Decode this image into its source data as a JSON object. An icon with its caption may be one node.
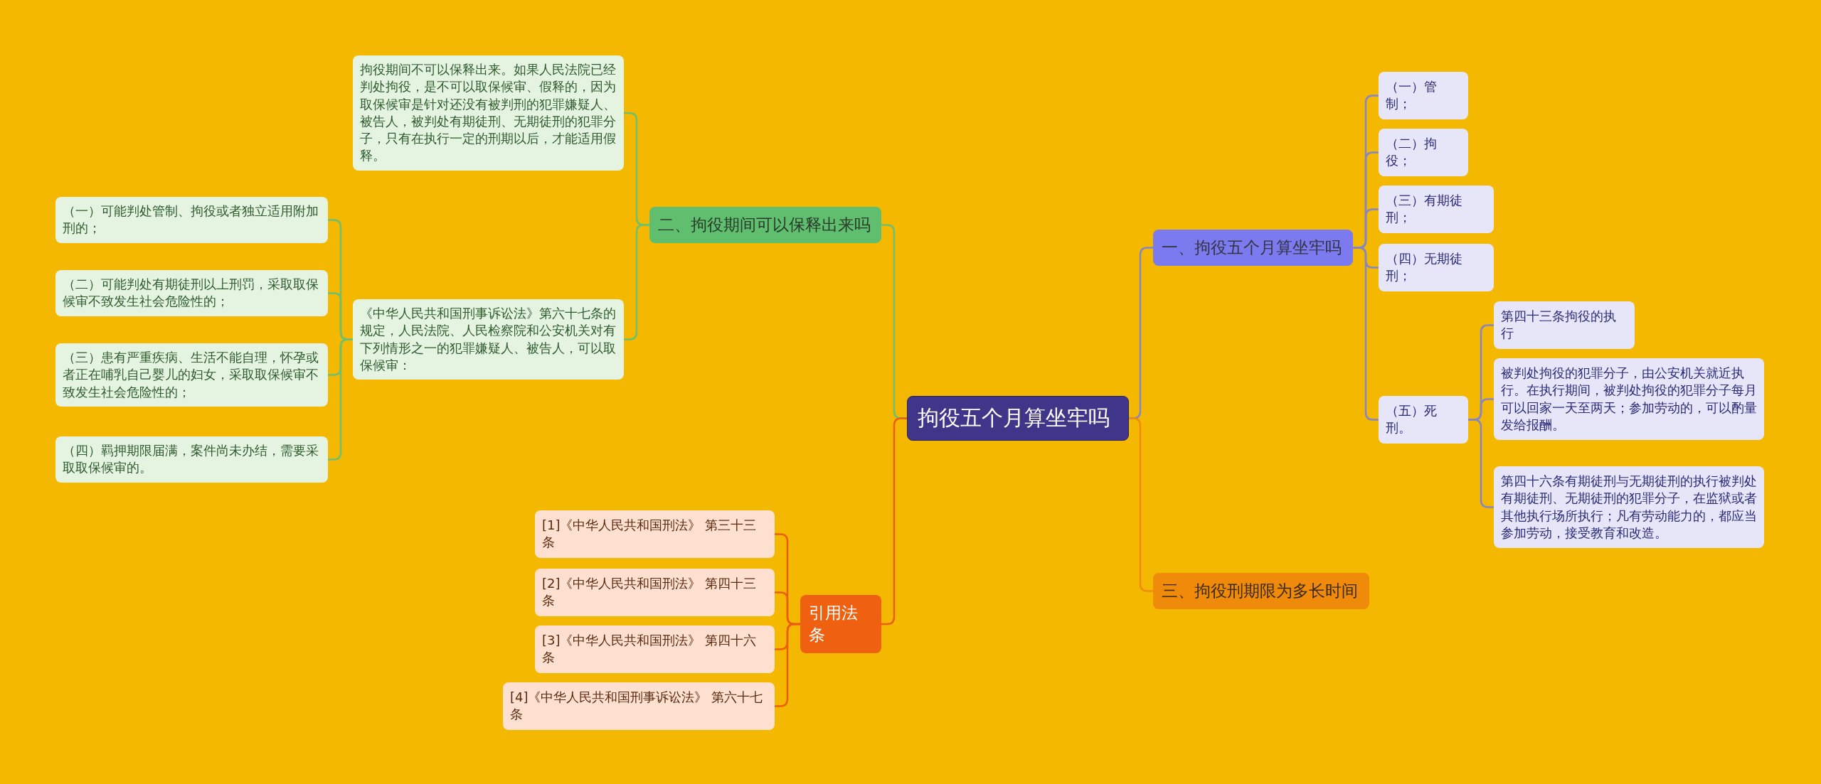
{
  "diagram": {
    "nodes": [
      {
        "text": [
          "拘役五个月算坐牢吗"
        ]
      },
      {
        "text": [
          "一、拘役五个月算坐牢吗"
        ]
      },
      {
        "text": [
          "（一）管制；"
        ]
      },
      {
        "text": [
          "（二）拘役；"
        ]
      },
      {
        "text": [
          "（三）有期徒刑；"
        ]
      },
      {
        "text": [
          "（四）无期徒刑；"
        ]
      },
      {
        "text": [
          "（五）死刑。"
        ]
      },
      {
        "text": [
          "第四十三条拘役的执行"
        ]
      },
      {
        "text": [
          "被判处拘役的犯罪分子，由公安机关就近执行。在执行期间，被判处拘役的犯罪分子每月可以回家一天至两天；参加劳动的，可以酌量发给报酬。"
        ]
      },
      {
        "text": [
          "第四十六条有期徒刑与无期徒刑的执行被判处有期徒刑、无期徒刑的犯罪分子，在监狱或者其他执行场所执行；凡有劳动能力的，都应当参加劳动，接受教育和改造。"
        ]
      },
      {
        "text": [
          "三、拘役刑期限为多长时间"
        ]
      },
      {
        "text": [
          "二、拘役期间可以保释出来吗"
        ]
      },
      {
        "text": [
          "拘役期间不可以保释出来。如果人民法院已经判处拘役，是不可以取保候审、假释的，因为取保候审是针对还没有被判刑的犯罪嫌疑人、被告人，被判处有期徒刑、无期徒刑的犯罪分子，只有在执行一定的刑期以后，才能适用假释。"
        ]
      },
      {
        "text": [
          "《中华人民共和国刑事诉讼法》第六十七条的规定，人民法院、人民检察院和公安机关对有下列情形之一的犯罪嫌疑人、被告人，可以取保候审："
        ]
      },
      {
        "text": [
          "（一）可能判处管制、拘役或者独立适用附加刑的；"
        ]
      },
      {
        "text": [
          "（二）可能判处有期徒刑以上刑罚，采取取保候审不致发生社会危险性的；"
        ]
      },
      {
        "text": [
          "（三）患有严重疾病、生活不能自理，怀孕或者正在哺乳自己婴儿的妇女，采取取保候审不致发生社会危险性的；"
        ]
      },
      {
        "text": [
          "（四）羁押期限届满，案件尚未办结，需要采取取保候审的。"
        ]
      },
      {
        "text": [
          "引用法条"
        ]
      },
      {
        "text": [
          "[1]《中华人民共和国刑法》 第三十三条"
        ]
      },
      {
        "text": [
          "[2]《中华人民共和国刑法》 第四十三条"
        ]
      },
      {
        "text": [
          "[3]《中华人民共和国刑法》 第四十六条"
        ]
      },
      {
        "text": [
          "[4]《中华人民共和国刑事诉讼法》 第六十七条"
        ]
      }
    ],
    "edges": [
      {
        "from": 0,
        "to": 1,
        "arrow": "none"
      },
      {
        "from": 1,
        "to": 2,
        "arrow": "none"
      },
      {
        "from": 1,
        "to": 3,
        "arrow": "none"
      },
      {
        "from": 1,
        "to": 4,
        "arrow": "none"
      },
      {
        "from": 1,
        "to": 5,
        "arrow": "none"
      },
      {
        "from": 1,
        "to": 6,
        "arrow": "none"
      },
      {
        "from": 6,
        "to": 7,
        "arrow": "none"
      },
      {
        "from": 6,
        "to": 8,
        "arrow": "none"
      },
      {
        "from": 6,
        "to": 9,
        "arrow": "none"
      },
      {
        "from": 0,
        "to": 10,
        "arrow": "none",
        "color": "#f08a10"
      },
      {
        "from": 0,
        "to": 11,
        "arrow": "none",
        "color": "#6cc070"
      },
      {
        "from": 11,
        "to": 12,
        "arrow": "none",
        "color": "#6cc070"
      },
      {
        "from": 11,
        "to": 13,
        "arrow": "none",
        "color": "#6cc070"
      },
      {
        "from": 13,
        "to": 14,
        "arrow": "none",
        "color": "#6cc070"
      },
      {
        "from": 13,
        "to": 15,
        "arrow": "none",
        "color": "#6cc070"
      },
      {
        "from": 13,
        "to": 16,
        "arrow": "none",
        "color": "#6cc070"
      },
      {
        "from": 13,
        "to": 17,
        "arrow": "none",
        "color": "#6cc070"
      },
      {
        "from": 0,
        "to": 18,
        "arrow": "none",
        "color": "#ec5d12"
      },
      {
        "from": 18,
        "to": 19,
        "arrow": "none",
        "color": "#ec5d12"
      },
      {
        "from": 18,
        "to": 20,
        "arrow": "none",
        "color": "#ec5d12"
      },
      {
        "from": 18,
        "to": 21,
        "arrow": "none",
        "color": "#ec5d12"
      },
      {
        "from": 18,
        "to": 22,
        "arrow": "none",
        "color": "#ec5d12"
      }
    ]
  }
}
